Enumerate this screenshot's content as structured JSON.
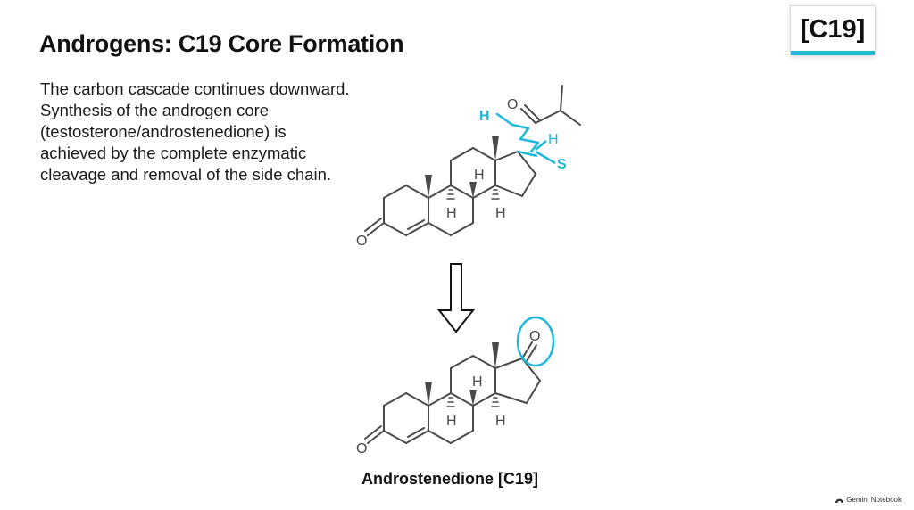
{
  "slide": {
    "title": "Androgens: C19 Core Formation",
    "body_lines": [
      "The carbon cascade continues downward.",
      "Synthesis of the androgen core",
      "(testosterone/androstenedione) is",
      "achieved by the complete enzymatic",
      "cleavage and removal of the side chain."
    ],
    "badge": "[C19]",
    "caption": "Androstenedione [C19]",
    "footer": "Gemini Notebook"
  },
  "diagram": {
    "top_labels": {
      "ketone_o": "O",
      "side_o": "O",
      "h_bridge": "H",
      "h_b": "H",
      "h_a": "H",
      "h_cyan_left": "H",
      "h_cyan_right": "H",
      "s_cyan": "S"
    },
    "bottom_labels": {
      "ketone_o": "O",
      "c17_o": "O",
      "h_bridge": "H",
      "h_b": "H",
      "h_a": "H"
    },
    "highlight_color": "#1fb8d8"
  }
}
